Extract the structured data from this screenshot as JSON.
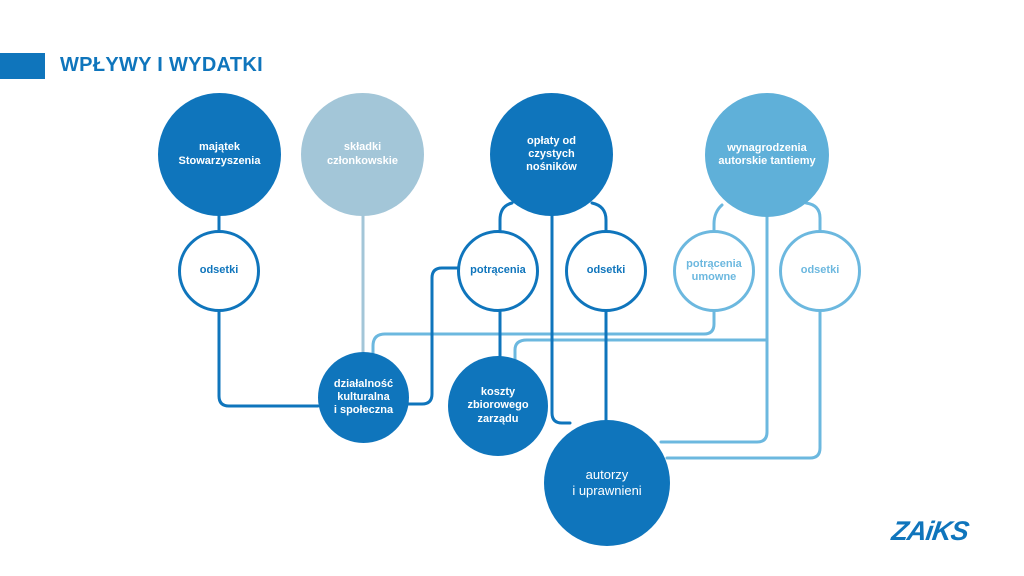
{
  "page": {
    "title": "WPŁYWY I WYDATKI"
  },
  "nodes": {
    "majatek": "majątek\nStowarzyszenia",
    "skladki": "składki\nczłonkowskie",
    "oplaty": "opłaty od\nczystych\nnośników",
    "wynagrodzenia": "wynagrodzenia\nautorskie tantiemy",
    "odsetki1": "odsetki",
    "potracenia": "potrącenia",
    "odsetki2": "odsetki",
    "potracenia_umowne": "potrącenia\numowne",
    "odsetki3": "odsetki",
    "dzialalnosc": "działalność\nkulturalna\ni społeczna",
    "koszty": "koszty\nzbiorowego\nzarządu",
    "autorzy": "autorzy\ni uprawnieni"
  },
  "logo": {
    "text": "ZAiKS"
  },
  "colors": {
    "dark": "#0f75bc",
    "light": "#6cb8df",
    "pale": "#a3c6d8",
    "mid": "#5fb0d9"
  }
}
